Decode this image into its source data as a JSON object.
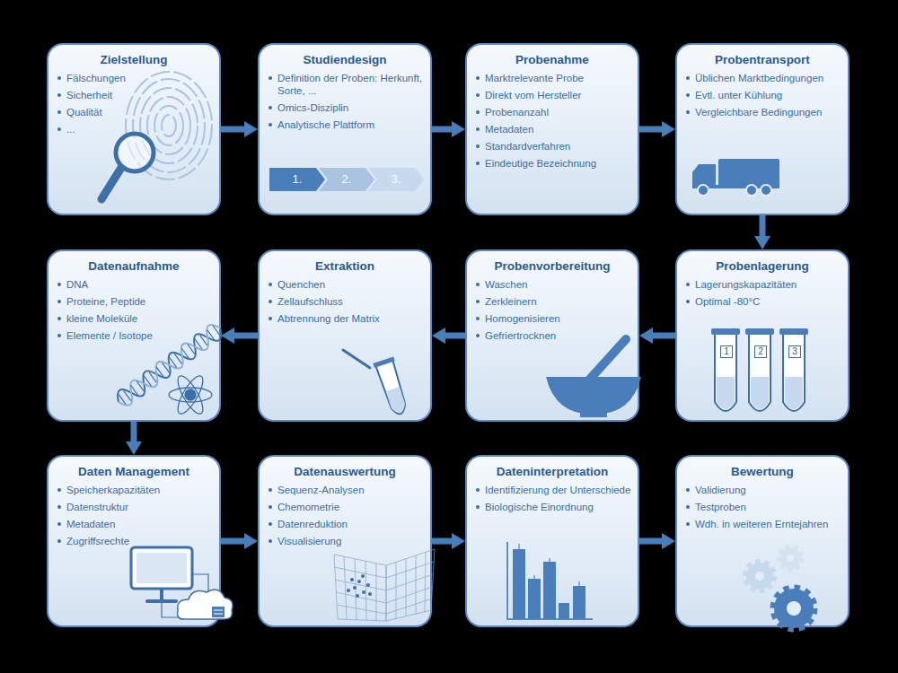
{
  "diagram": {
    "nodes": [
      {
        "text": [
          "Zielstellung",
          "Fälschungen",
          "Sicherheit",
          "Qualität",
          "..."
        ]
      },
      {
        "text": [
          "Studiendesign",
          "Definition der Proben: Herkunft, Sorte, ...",
          "Omics-Disziplin",
          "Analytische Plattform"
        ]
      },
      {
        "text": [
          "1."
        ],
        "in": 1
      },
      {
        "text": [
          "2."
        ],
        "in": 1
      },
      {
        "text": [
          "3."
        ],
        "in": 1
      },
      {
        "text": [
          "Probenahme",
          "Marktrelevante Probe",
          "Direkt vom Hersteller",
          "Probenanzahl",
          "Metadaten",
          "Standardverfahren",
          "Eindeutige Bezeichnung"
        ]
      },
      {
        "text": [
          "Probentransport",
          "Üblichen Marktbedingungen",
          "Evtl. unter Kühlung",
          "Vergleichbare Bedingungen"
        ]
      },
      {
        "text": [
          "Datenaufnahme",
          "DNA",
          "Proteine, Peptide",
          "kleine Moleküle",
          "Elemente / Isotope"
        ]
      },
      {
        "text": [
          "Extraktion",
          "Quenchen",
          "Zellaufschluss",
          "Abtrennung der Matrix"
        ]
      },
      {
        "text": [
          "Probenvorbereitung",
          "Waschen",
          "Zerkleinern",
          "Homogenisieren",
          "Gefriertrocknen"
        ]
      },
      {
        "text": [
          "Probenlagerung",
          "Lagerungskapazitäten",
          "Optimal -80°C"
        ]
      },
      {
        "text": [
          "1"
        ],
        "in": 10
      },
      {
        "text": [
          "2"
        ],
        "in": 10
      },
      {
        "text": [
          "3"
        ],
        "in": 10
      },
      {
        "text": [
          "Daten Management",
          "Speicherkapazitäten",
          "Datenstruktur",
          "Metadaten",
          "Zugriffsrechte"
        ]
      },
      {
        "text": [
          "Datenauswertung",
          "Sequenz-Analysen",
          "Chemometrie",
          "Datenreduktion",
          "Visualisierung"
        ]
      },
      {
        "text": [
          "Dateninterpretation",
          "Identifizierung der Unterschiede",
          "Biologische Einordnung"
        ]
      },
      {
        "text": [
          "Bewertung",
          "Validierung",
          "Testproben",
          "Wdh. in weiteren Erntejahren"
        ]
      }
    ],
    "edges": [
      {
        "from": 0,
        "to": 1,
        "arrow": "to"
      },
      {
        "from": 1,
        "to": 5,
        "arrow": "to"
      },
      {
        "from": 5,
        "to": 6,
        "arrow": "to"
      },
      {
        "from": 6,
        "to": 10,
        "arrow": "to"
      },
      {
        "from": 10,
        "to": 9,
        "arrow": "to"
      },
      {
        "from": 9,
        "to": 8,
        "arrow": "to"
      },
      {
        "from": 8,
        "to": 7,
        "arrow": "to"
      },
      {
        "from": 7,
        "to": 14,
        "arrow": "to"
      },
      {
        "from": 14,
        "to": 15,
        "arrow": "to"
      },
      {
        "from": 15,
        "to": 16,
        "arrow": "to"
      },
      {
        "from": 16,
        "to": 17,
        "arrow": "to"
      }
    ]
  }
}
